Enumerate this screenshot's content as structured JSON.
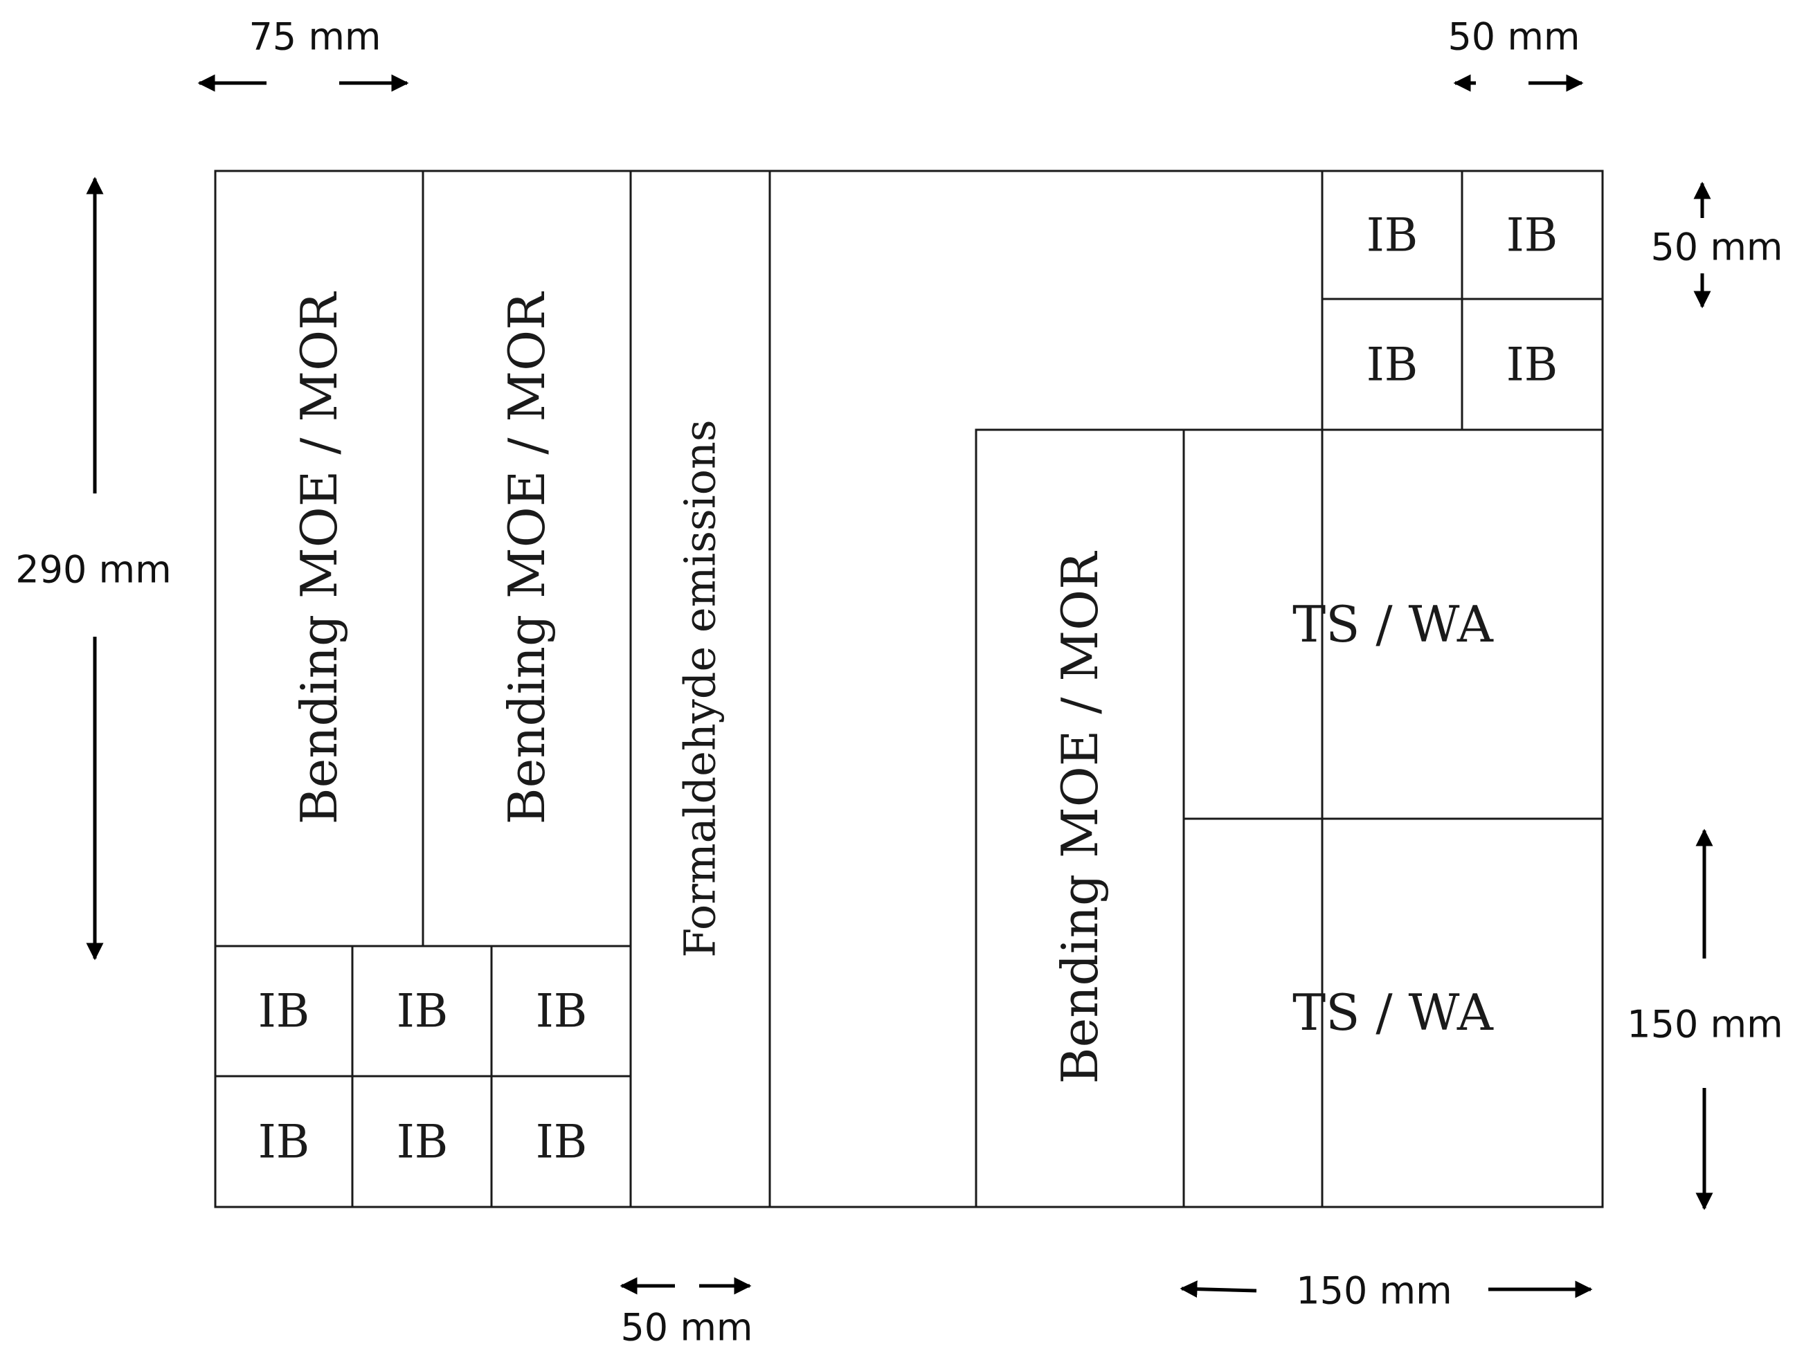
{
  "specimens": {
    "bending_1": "Bending MOE / MOR",
    "bending_2": "Bending MOE / MOR",
    "bending_3": "Bending MOE / MOR",
    "formaldehyde": "Formaldehyde emissions",
    "ts_wa_1": "TS / WA",
    "ts_wa_2": "TS / WA",
    "ib": "IB"
  },
  "dimensions": {
    "width_75": "75 mm",
    "width_50_top": "50 mm",
    "height_50": "50 mm",
    "height_290": "290 mm",
    "height_150": "150 mm",
    "width_50_bottom": "50 mm",
    "width_150": "150 mm"
  }
}
